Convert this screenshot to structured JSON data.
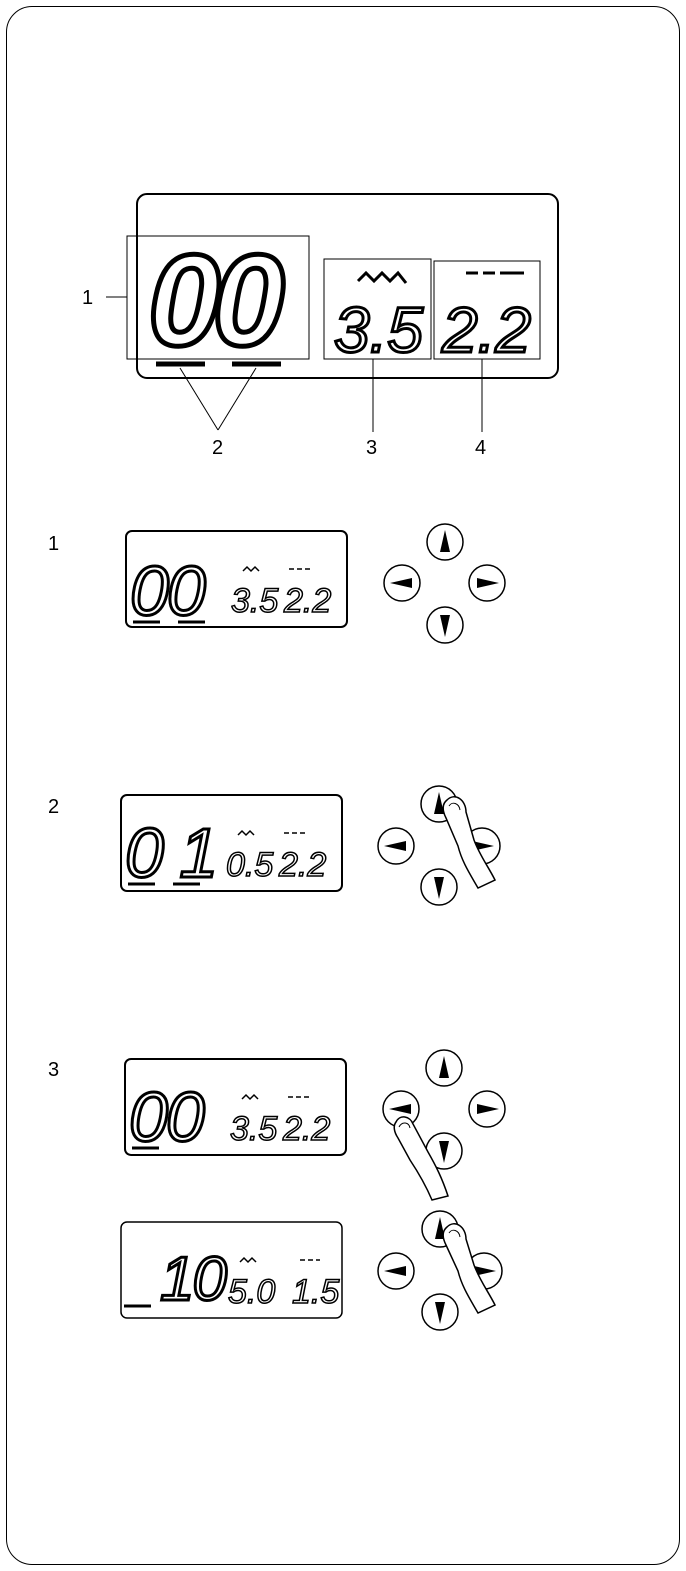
{
  "main_diagram": {
    "pattern_digits": "00",
    "stitch_width": "3.5",
    "stitch_length": "2.2",
    "callouts": [
      "1",
      "2",
      "3",
      "4"
    ]
  },
  "steps": [
    {
      "number": "1",
      "displays": [
        {
          "pattern": "00",
          "width": "3.5",
          "length": "2.2",
          "underscores": [
            "first",
            "second"
          ]
        }
      ],
      "finger": "none"
    },
    {
      "number": "2",
      "displays": [
        {
          "pattern": "0 1",
          "width": "0.5",
          "length": "2.2",
          "underscores": [
            "first",
            "second"
          ]
        }
      ],
      "finger": "up"
    },
    {
      "number": "3",
      "displays": [
        {
          "pattern": "00",
          "width": "3.5",
          "length": "2.2",
          "underscores": [
            "first"
          ]
        },
        {
          "pattern": "10",
          "width": "5.0",
          "length": "1.5",
          "underscores": [
            "blank-first"
          ]
        }
      ],
      "finger": "left-then-up"
    }
  ],
  "icons": {
    "up": "arrow-up-icon",
    "down": "arrow-down-icon",
    "left": "arrow-left-icon",
    "right": "arrow-right-icon",
    "finger": "finger-icon",
    "width": "zigzag-width-icon",
    "length": "dashed-length-icon"
  }
}
